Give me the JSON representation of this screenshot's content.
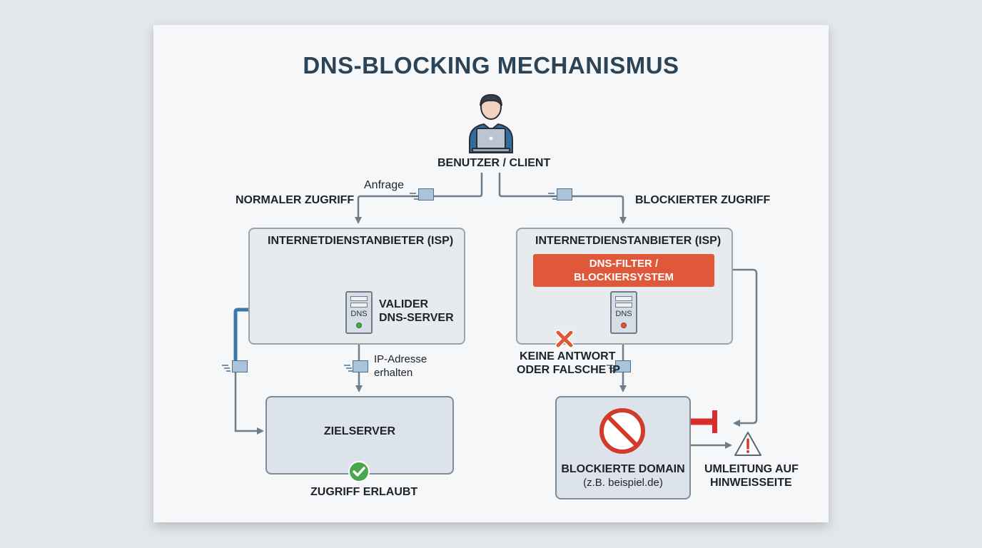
{
  "title": "DNS-BLOCKING MECHANISMUS",
  "client": {
    "label": "BENUTZER / CLIENT",
    "icon": "user-laptop-icon"
  },
  "request_label": "Anfrage",
  "left": {
    "heading": "NORMALER ZUGRIFF",
    "isp_label": "INTERNETDIENSTANBIETER (ISP)",
    "dns_icon_text": "DNS",
    "dns_label_1": "VALIDER",
    "dns_label_2": "DNS-SERVER",
    "ip_label_1": "IP-Adresse",
    "ip_label_2": "erhalten",
    "target_label": "ZIELSERVER",
    "result_label": "ZUGRIFF ERLAUBT"
  },
  "right": {
    "heading": "BLOCKIERTER ZUGRIFF",
    "isp_label": "INTERNETDIENSTANBIETER (ISP)",
    "filter_line_1": "DNS-FILTER /",
    "filter_line_2": "BLOCKIERSYSTEM",
    "dns_icon_text": "DNS",
    "no_answer_1": "KEINE ANTWORT",
    "no_answer_2": "ODER FALSCHE IP",
    "blocked_label": "BLOCKIERTE DOMAIN",
    "blocked_example": "(z.B. beispiel.de)",
    "redirect_1": "UMLEITUNG AUF",
    "redirect_2": "HINWEISSEITE"
  },
  "colors": {
    "title": "#2c4458",
    "arrow": "#6d7d8a",
    "arrow_blue": "#3f78a8",
    "filter": "#e0583a",
    "block_red": "#d92c2c",
    "allowed_green": "#4aa64a",
    "warning": "#d23b2b"
  }
}
